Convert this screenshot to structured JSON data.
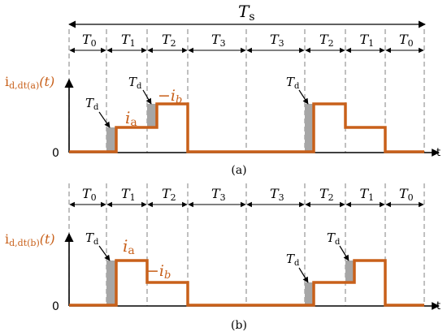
{
  "colors": {
    "signal": "#C8601A",
    "shade": "#A6A6A6",
    "dash": "#8C8C8C",
    "axis": "#000000",
    "text": "#000000"
  },
  "labels": {
    "ts_label": "T",
    "ts_sub": "s",
    "td_label": "T",
    "td_sub": "d",
    "t_axis": "t",
    "zero": "0",
    "sub_a": "(a)",
    "sub_b": "(b)"
  },
  "panel_a": {
    "ylabel_base": "i",
    "ylabel_sub": "d,dt(a)",
    "ylabel_tail": "(t)",
    "intervals": [
      {
        "name": "T",
        "sub": "0"
      },
      {
        "name": "T",
        "sub": "1"
      },
      {
        "name": "T",
        "sub": "2"
      },
      {
        "name": "T",
        "sub": "3"
      },
      {
        "name": "T",
        "sub": "3"
      },
      {
        "name": "T",
        "sub": "2"
      },
      {
        "name": "T",
        "sub": "1"
      },
      {
        "name": "T",
        "sub": "0"
      }
    ],
    "current_ia_base": "i",
    "current_ia_sub": "a",
    "current_ib_text": "−i",
    "current_ib_sub": "b"
  },
  "panel_b": {
    "ylabel_base": "i",
    "ylabel_sub": "d,dt(b)",
    "ylabel_tail": "(t)",
    "intervals": [
      {
        "name": "T",
        "sub": "0"
      },
      {
        "name": "T",
        "sub": "1"
      },
      {
        "name": "T",
        "sub": "2"
      },
      {
        "name": "T",
        "sub": "3"
      },
      {
        "name": "T",
        "sub": "3"
      },
      {
        "name": "T",
        "sub": "2"
      },
      {
        "name": "T",
        "sub": "1"
      },
      {
        "name": "T",
        "sub": "0"
      }
    ],
    "current_ia_base": "i",
    "current_ia_sub": "a",
    "current_ib_text": "−i",
    "current_ib_sub": "b"
  }
}
